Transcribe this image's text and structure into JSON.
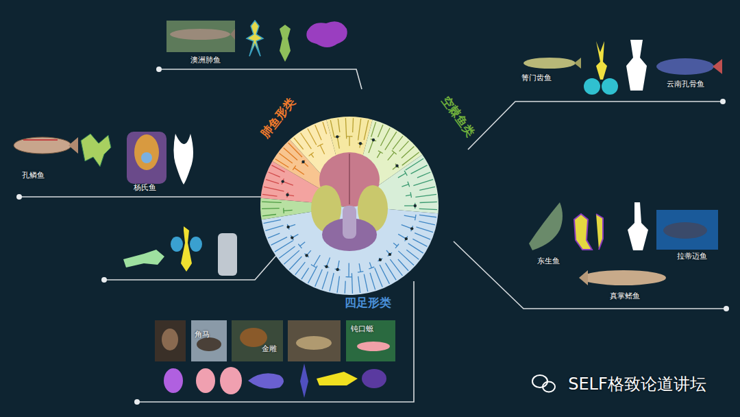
{
  "diagram": {
    "labels": [
      "澳洲肺鱼",
      "肺鱼形类",
      "空棘鱼类",
      "箐门齿鱼",
      "云南孔骨鱼",
      "孔鳞鱼",
      "杨氏鱼",
      "东生鱼",
      "拉蒂迈鱼",
      "真掌鳍鱼",
      "四足形类",
      "角马",
      "金雕",
      "钝口螈",
      "SELF格致论道讲坛"
    ]
  }
}
